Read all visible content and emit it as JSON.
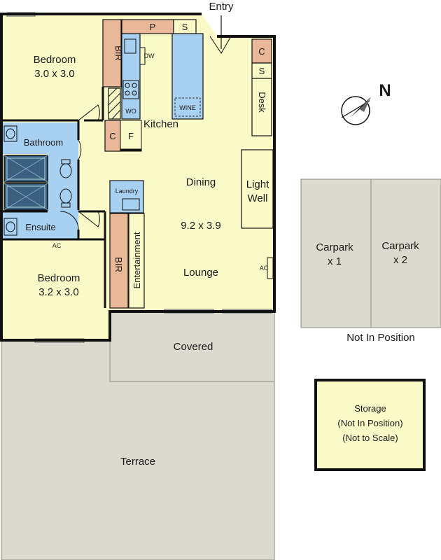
{
  "labels": {
    "entry": "Entry",
    "north": "N",
    "bedroom1": "Bedroom",
    "bedroom1_size": "3.0 x 3.0",
    "bir1": "BIR",
    "pantry": "P",
    "storage_s_top": "S",
    "dishwasher": "DW",
    "wall_oven": "WO",
    "wine": "WINE",
    "kitchen": "Kitchen",
    "cupboard_kitchen": "C",
    "fridge": "F",
    "cupboard_right": "C",
    "storage_s_right": "S",
    "desk": "Desk",
    "bathroom": "Bathroom",
    "laundry": "Laundry",
    "dining": "Dining",
    "light_well_1": "Light",
    "light_well_2": "Well",
    "living_size": "9.2 x 3.9",
    "ensuite": "Ensuite",
    "ac_ensuite": "AC",
    "ac_lounge": "AC",
    "bedroom2": "Bedroom",
    "bedroom2_size": "3.2 x 3.0",
    "bir2": "BIR",
    "entertainment": "Entertainment",
    "lounge": "Lounge",
    "covered": "Covered",
    "terrace": "Terrace",
    "carpark1_a": "Carpark",
    "carpark1_b": "x 1",
    "carpark2_a": "Carpark",
    "carpark2_b": "x 2",
    "carpark_note": "Not In Position",
    "storage_1": "Storage",
    "storage_2": "(Not In Position)",
    "storage_3": "(Not to Scale)"
  },
  "colors": {
    "living": "#fafac8",
    "wet": "#a8d0f0",
    "joinery": "#e8b898",
    "outdoor": "#dcdace",
    "wall": "#111111"
  }
}
